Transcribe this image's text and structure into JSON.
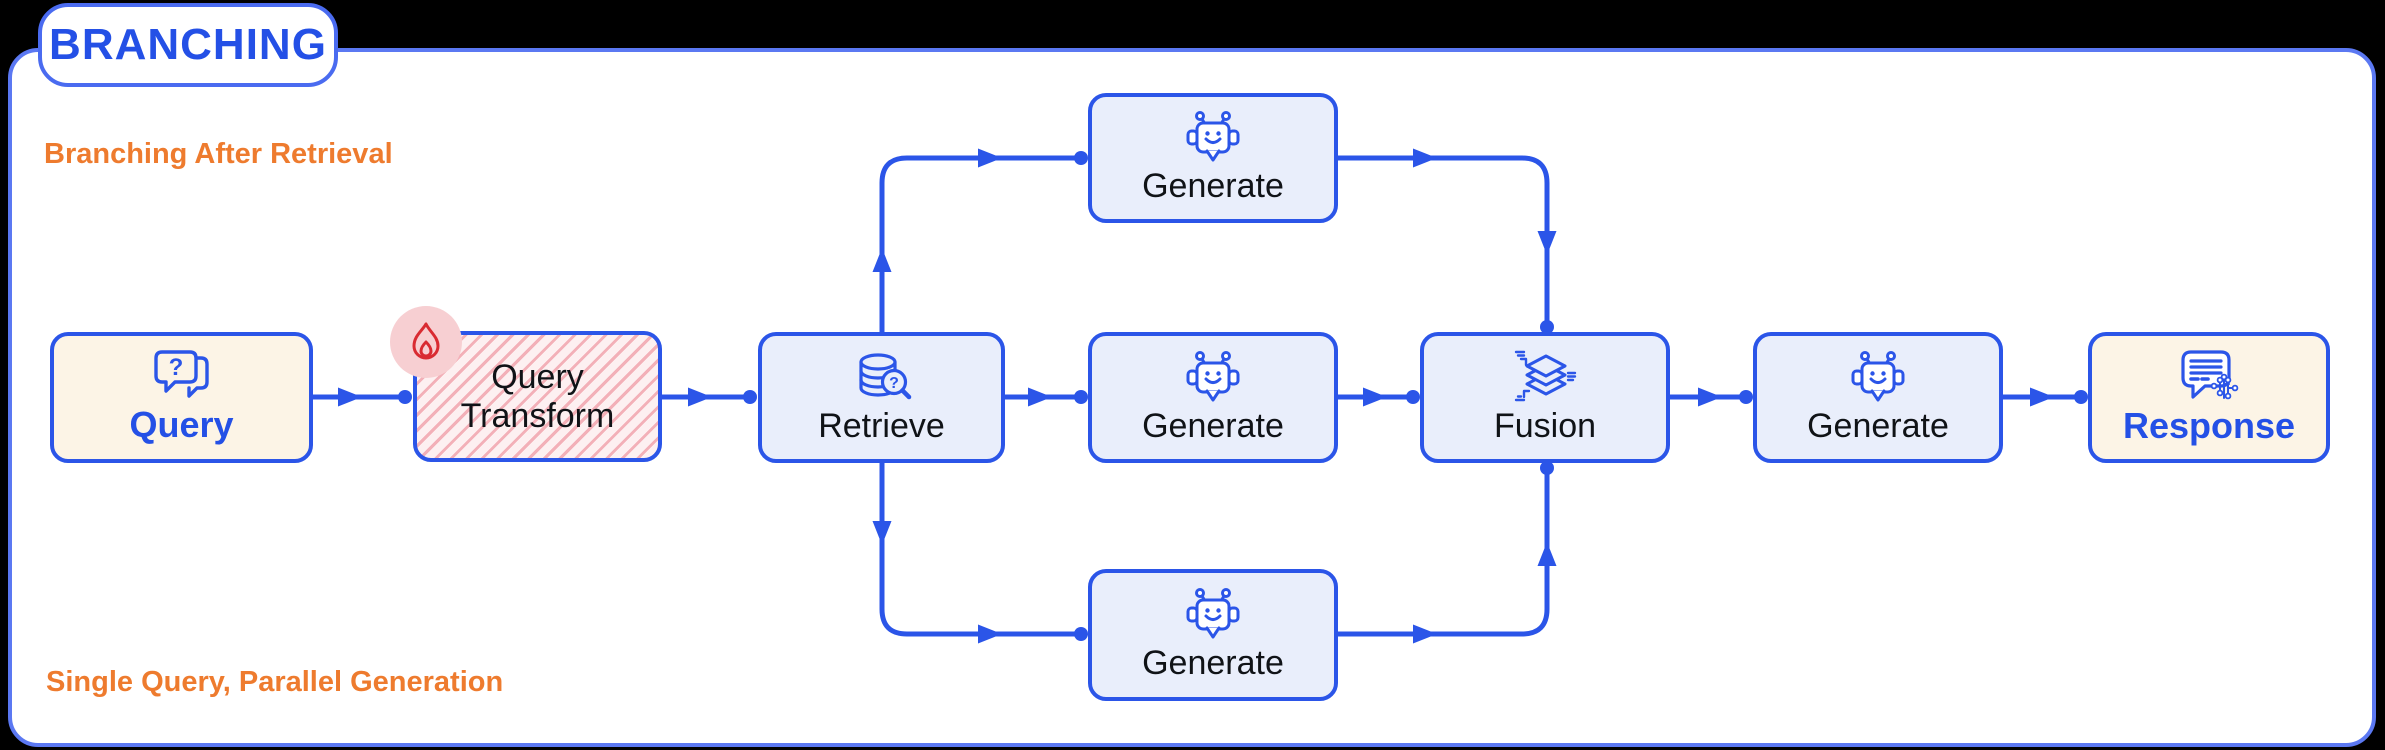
{
  "badge": {
    "label": "BRANCHING"
  },
  "sections": {
    "top_label": "Branching After Retrieval",
    "bottom_label": "Single Query, Parallel Generation"
  },
  "nodes": {
    "query": {
      "label": "Query",
      "icon": "chat-question-icon",
      "style": "cream"
    },
    "query_transform": {
      "label": "Query Transform",
      "style": "hatched-trainable",
      "badge_icon": "fire-icon"
    },
    "retrieve": {
      "label": "Retrieve",
      "icon": "database-search-icon",
      "style": "light"
    },
    "generate_top": {
      "label": "Generate",
      "icon": "robot-icon",
      "style": "light"
    },
    "generate_mid": {
      "label": "Generate",
      "icon": "robot-icon",
      "style": "light"
    },
    "generate_bottom": {
      "label": "Generate",
      "icon": "robot-icon",
      "style": "light"
    },
    "fusion": {
      "label": "Fusion",
      "icon": "fusion-layers-icon",
      "style": "light"
    },
    "generate_right": {
      "label": "Generate",
      "icon": "robot-icon",
      "style": "light"
    },
    "response": {
      "label": "Response",
      "icon": "chat-circuit-icon",
      "style": "cream"
    }
  },
  "edges": [
    {
      "from": "query",
      "to": "query_transform"
    },
    {
      "from": "query_transform",
      "to": "retrieve"
    },
    {
      "from": "retrieve",
      "to": "generate_top"
    },
    {
      "from": "retrieve",
      "to": "generate_mid"
    },
    {
      "from": "retrieve",
      "to": "generate_bottom"
    },
    {
      "from": "generate_top",
      "to": "fusion"
    },
    {
      "from": "generate_mid",
      "to": "fusion"
    },
    {
      "from": "generate_bottom",
      "to": "fusion"
    },
    {
      "from": "fusion",
      "to": "generate_right"
    },
    {
      "from": "generate_right",
      "to": "response"
    }
  ],
  "colors": {
    "accent_blue": "#2b55e8",
    "text_blue": "#2450e6",
    "container_border": "#5b78f2",
    "orange_label": "#ee7b2e",
    "cream_bg": "#fcf4e6",
    "light_blue_bg": "#e9eefb",
    "hatch_stripe": "#f3b0b8",
    "fire_red": "#d92b32",
    "fire_circle_bg": "#f7cfd2",
    "black_text": "#101317",
    "outside_bg": "#000000"
  }
}
